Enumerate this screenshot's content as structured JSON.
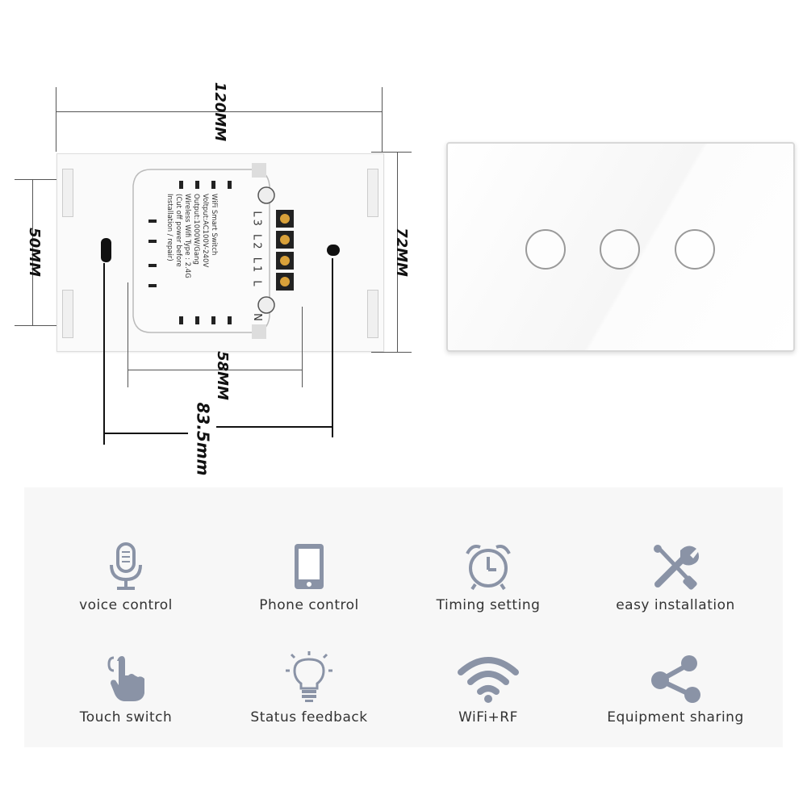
{
  "dimensions": {
    "width_top": "120MM",
    "height_left": "50MM",
    "height_right": "72MM",
    "module_width": "58MM",
    "hole_spacing": "83.5mm"
  },
  "module": {
    "terminals": "L3 L2 L1 L",
    "neutral": "N",
    "text_lines": [
      "WiFi Smart Switch",
      "Voltput:AC100V-240V",
      "Output:1000W/Gang",
      "Wireless Wifi Type : 2.4G",
      "(Cut off power before",
      "Installation / repair)"
    ]
  },
  "features": [
    {
      "label": "voice control",
      "icon": "microphone-icon"
    },
    {
      "label": "Phone control",
      "icon": "smartphone-icon"
    },
    {
      "label": "Timing setting",
      "icon": "alarm-clock-icon"
    },
    {
      "label": "easy installation",
      "icon": "tools-icon"
    },
    {
      "label": "Touch switch",
      "icon": "touch-hand-icon"
    },
    {
      "label": "Status feedback",
      "icon": "lightbulb-icon"
    },
    {
      "label": "WiFi+RF",
      "icon": "wifi-icon"
    },
    {
      "label": "Equipment sharing",
      "icon": "share-icon"
    }
  ],
  "colors": {
    "icon": "#8a93a6",
    "text": "#333333",
    "panel_bg": "#f7f7f7"
  }
}
